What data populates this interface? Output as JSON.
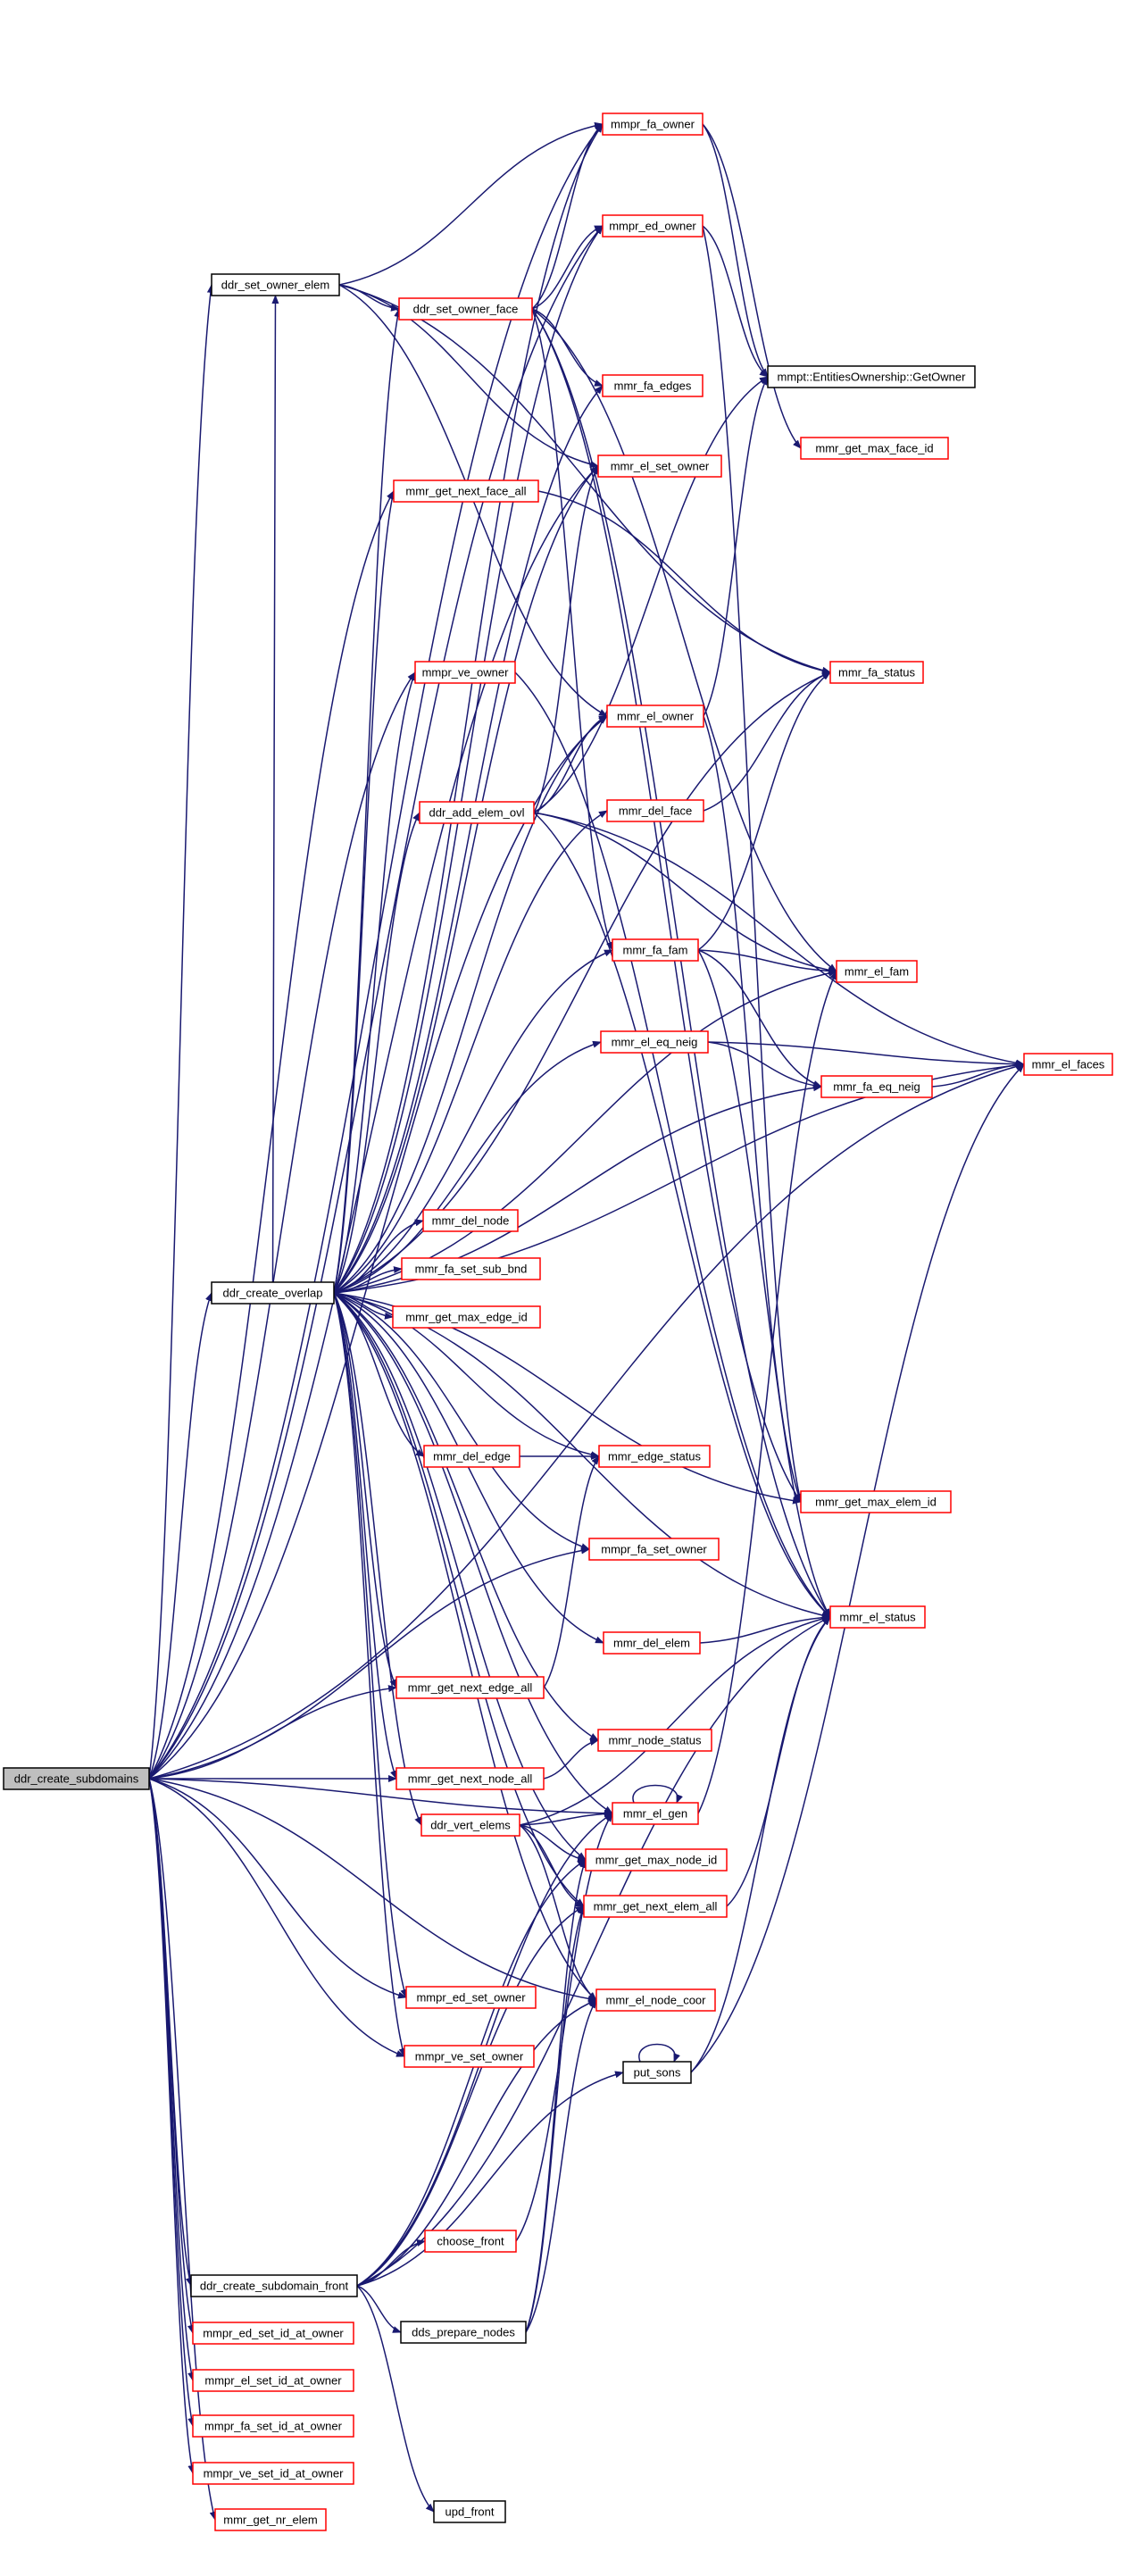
{
  "colors": {
    "edge": "#191970",
    "root_fill": "#bfbfbf",
    "border_black": "#000000",
    "border_red": "#ff0000",
    "node_fill": "#ffffff"
  },
  "nodes": {
    "ddr_create_subdomains": {
      "label": "ddr_create_subdomains",
      "border": "black",
      "root": true
    },
    "ddr_set_owner_elem": {
      "label": "ddr_set_owner_elem",
      "border": "black"
    },
    "ddr_set_owner_face": {
      "label": "ddr_set_owner_face",
      "border": "red"
    },
    "mmpr_fa_owner": {
      "label": "mmpr_fa_owner",
      "border": "red"
    },
    "mmpr_ed_owner": {
      "label": "mmpr_ed_owner",
      "border": "red"
    },
    "getowner": {
      "label": "mmpt::EntitiesOwnership::GetOwner",
      "border": "black"
    },
    "mmr_fa_edges": {
      "label": "mmr_fa_edges",
      "border": "red"
    },
    "mmr_get_max_face_id": {
      "label": "mmr_get_max_face_id",
      "border": "red"
    },
    "mmr_el_set_owner": {
      "label": "mmr_el_set_owner",
      "border": "red"
    },
    "mmr_get_next_face_all": {
      "label": "mmr_get_next_face_all",
      "border": "red"
    },
    "mmpr_ve_owner": {
      "label": "mmpr_ve_owner",
      "border": "red"
    },
    "mmr_fa_status": {
      "label": "mmr_fa_status",
      "border": "red"
    },
    "mmr_el_owner": {
      "label": "mmr_el_owner",
      "border": "red"
    },
    "ddr_add_elem_ovl": {
      "label": "ddr_add_elem_ovl",
      "border": "red"
    },
    "mmr_del_face": {
      "label": "mmr_del_face",
      "border": "red"
    },
    "mmr_fa_fam": {
      "label": "mmr_fa_fam",
      "border": "red"
    },
    "mmr_el_fam": {
      "label": "mmr_el_fam",
      "border": "red"
    },
    "mmr_el_faces": {
      "label": "mmr_el_faces",
      "border": "red"
    },
    "mmr_el_eq_neig": {
      "label": "mmr_el_eq_neig",
      "border": "red"
    },
    "mmr_fa_eq_neig": {
      "label": "mmr_fa_eq_neig",
      "border": "red"
    },
    "mmr_del_node": {
      "label": "mmr_del_node",
      "border": "red"
    },
    "ddr_create_overlap": {
      "label": "ddr_create_overlap",
      "border": "black"
    },
    "mmr_fa_set_sub_bnd": {
      "label": "mmr_fa_set_sub_bnd",
      "border": "red"
    },
    "mmr_get_max_edge_id": {
      "label": "mmr_get_max_edge_id",
      "border": "red"
    },
    "mmr_del_edge": {
      "label": "mmr_del_edge",
      "border": "red"
    },
    "mmr_edge_status": {
      "label": "mmr_edge_status",
      "border": "red"
    },
    "mmr_get_max_elem_id": {
      "label": "mmr_get_max_elem_id",
      "border": "red"
    },
    "mmpr_fa_set_owner": {
      "label": "mmpr_fa_set_owner",
      "border": "red"
    },
    "mmr_del_elem": {
      "label": "mmr_del_elem",
      "border": "red"
    },
    "mmr_el_status": {
      "label": "mmr_el_status",
      "border": "red"
    },
    "mmr_get_next_edge_all": {
      "label": "mmr_get_next_edge_all",
      "border": "red"
    },
    "mmr_node_status": {
      "label": "mmr_node_status",
      "border": "red"
    },
    "mmr_get_next_node_all": {
      "label": "mmr_get_next_node_all",
      "border": "red"
    },
    "mmr_el_gen": {
      "label": "mmr_el_gen",
      "border": "red"
    },
    "ddr_vert_elems": {
      "label": "ddr_vert_elems",
      "border": "red"
    },
    "mmr_get_max_node_id": {
      "label": "mmr_get_max_node_id",
      "border": "red"
    },
    "mmr_get_next_elem_all": {
      "label": "mmr_get_next_elem_all",
      "border": "red"
    },
    "mmpr_ed_set_owner": {
      "label": "mmpr_ed_set_owner",
      "border": "red"
    },
    "mmr_el_node_coor": {
      "label": "mmr_el_node_coor",
      "border": "red"
    },
    "mmpr_ve_set_owner": {
      "label": "mmpr_ve_set_owner",
      "border": "red"
    },
    "put_sons": {
      "label": "put_sons",
      "border": "black"
    },
    "choose_front": {
      "label": "choose_front",
      "border": "red"
    },
    "ddr_create_subdomain_front": {
      "label": "ddr_create_subdomain_front",
      "border": "black"
    },
    "dds_prepare_nodes": {
      "label": "dds_prepare_nodes",
      "border": "black"
    },
    "mmpr_ed_set_id_at_owner": {
      "label": "mmpr_ed_set_id_at_owner",
      "border": "red"
    },
    "mmpr_el_set_id_at_owner": {
      "label": "mmpr_el_set_id_at_owner",
      "border": "red"
    },
    "mmpr_fa_set_id_at_owner": {
      "label": "mmpr_fa_set_id_at_owner",
      "border": "red"
    },
    "mmpr_ve_set_id_at_owner": {
      "label": "mmpr_ve_set_id_at_owner",
      "border": "red"
    },
    "mmr_get_nr_elem": {
      "label": "mmr_get_nr_elem",
      "border": "red"
    },
    "upd_front": {
      "label": "upd_front",
      "border": "black"
    }
  },
  "edges": [
    [
      "ddr_create_subdomains",
      "ddr_set_owner_elem"
    ],
    [
      "ddr_create_subdomains",
      "mmpr_fa_owner"
    ],
    [
      "ddr_create_subdomains",
      "mmr_el_faces"
    ],
    [
      "ddr_create_subdomains",
      "mmpr_ed_owner"
    ],
    [
      "ddr_create_subdomains",
      "mmr_el_set_owner"
    ],
    [
      "ddr_create_subdomains",
      "mmr_get_next_face_all"
    ],
    [
      "ddr_create_subdomains",
      "mmpr_ve_owner"
    ],
    [
      "ddr_create_subdomains",
      "mmr_el_owner"
    ],
    [
      "ddr_create_subdomains",
      "ddr_create_overlap"
    ],
    [
      "ddr_create_subdomains",
      "mmr_get_next_edge_all"
    ],
    [
      "ddr_create_subdomains",
      "mmr_get_next_node_all"
    ],
    [
      "ddr_create_subdomains",
      "mmpr_ed_set_owner"
    ],
    [
      "ddr_create_subdomains",
      "mmpr_ve_set_owner"
    ],
    [
      "ddr_create_subdomains",
      "mmr_el_node_coor"
    ],
    [
      "ddr_create_subdomains",
      "mmr_el_gen"
    ],
    [
      "ddr_create_subdomains",
      "ddr_create_subdomain_front"
    ],
    [
      "ddr_create_subdomains",
      "mmpr_ed_set_id_at_owner"
    ],
    [
      "ddr_create_subdomains",
      "mmpr_el_set_id_at_owner"
    ],
    [
      "ddr_create_subdomains",
      "mmpr_fa_set_id_at_owner"
    ],
    [
      "ddr_create_subdomains",
      "mmpr_ve_set_id_at_owner"
    ],
    [
      "ddr_create_subdomains",
      "mmr_get_nr_elem"
    ],
    [
      "ddr_create_subdomains",
      "mmpr_fa_set_owner"
    ],
    [
      "ddr_set_owner_elem",
      "mmpr_fa_owner"
    ],
    [
      "ddr_set_owner_elem",
      "ddr_set_owner_face"
    ],
    [
      "ddr_set_owner_elem",
      "mmr_el_set_owner"
    ],
    [
      "ddr_set_owner_elem",
      "mmr_el_owner"
    ],
    [
      "ddr_set_owner_elem",
      "mmr_fa_status"
    ],
    [
      "ddr_set_owner_face",
      "mmpr_fa_owner"
    ],
    [
      "ddr_set_owner_face",
      "mmpr_ed_owner"
    ],
    [
      "ddr_set_owner_face",
      "mmr_fa_edges"
    ],
    [
      "ddr_set_owner_face",
      "mmr_el_fam"
    ],
    [
      "ddr_set_owner_face",
      "mmr_fa_fam"
    ],
    [
      "ddr_set_owner_face",
      "mmr_el_status"
    ],
    [
      "ddr_set_owner_face",
      "mmr_get_max_elem_id"
    ],
    [
      "mmpr_fa_owner",
      "getowner"
    ],
    [
      "mmpr_fa_owner",
      "mmr_get_max_face_id"
    ],
    [
      "mmpr_ed_owner",
      "getowner"
    ],
    [
      "mmpr_ed_owner",
      "mmr_get_max_elem_id"
    ],
    [
      "mmr_get_next_face_all",
      "mmr_fa_status"
    ],
    [
      "mmpr_ve_owner",
      "mmr_el_status"
    ],
    [
      "mmr_el_owner",
      "getowner"
    ],
    [
      "mmr_el_owner",
      "mmr_get_max_elem_id"
    ],
    [
      "ddr_add_elem_ovl",
      "mmr_el_owner"
    ],
    [
      "ddr_add_elem_ovl",
      "mmr_el_faces"
    ],
    [
      "ddr_add_elem_ovl",
      "mmr_el_fam"
    ],
    [
      "ddr_add_elem_ovl",
      "getowner"
    ],
    [
      "ddr_add_elem_ovl",
      "mmr_el_set_owner"
    ],
    [
      "ddr_add_elem_ovl",
      "mmr_el_status"
    ],
    [
      "mmr_del_face",
      "mmr_fa_status"
    ],
    [
      "mmr_fa_fam",
      "mmr_fa_status"
    ],
    [
      "mmr_fa_fam",
      "mmr_el_fam"
    ],
    [
      "mmr_fa_fam",
      "mmr_fa_eq_neig"
    ],
    [
      "mmr_fa_fam",
      "mmr_el_status"
    ],
    [
      "mmr_el_eq_neig",
      "mmr_fa_eq_neig"
    ],
    [
      "mmr_el_eq_neig",
      "mmr_el_faces"
    ],
    [
      "mmr_fa_eq_neig",
      "mmr_el_faces"
    ],
    [
      "ddr_create_overlap",
      "mmpr_fa_owner"
    ],
    [
      "ddr_create_overlap",
      "mmpr_ed_owner"
    ],
    [
      "ddr_create_overlap",
      "mmr_fa_edges"
    ],
    [
      "ddr_create_overlap",
      "mmr_el_set_owner"
    ],
    [
      "ddr_create_overlap",
      "mmr_get_next_face_all"
    ],
    [
      "ddr_create_overlap",
      "mmpr_ve_owner"
    ],
    [
      "ddr_create_overlap",
      "mmr_fa_status"
    ],
    [
      "ddr_create_overlap",
      "mmr_el_owner"
    ],
    [
      "ddr_create_overlap",
      "ddr_add_elem_ovl"
    ],
    [
      "ddr_create_overlap",
      "mmr_del_face"
    ],
    [
      "ddr_create_overlap",
      "mmr_fa_fam"
    ],
    [
      "ddr_create_overlap",
      "mmr_el_fam"
    ],
    [
      "ddr_create_overlap",
      "mmr_el_faces"
    ],
    [
      "ddr_create_overlap",
      "mmr_el_eq_neig"
    ],
    [
      "ddr_create_overlap",
      "mmr_fa_eq_neig"
    ],
    [
      "ddr_create_overlap",
      "mmr_del_node"
    ],
    [
      "ddr_create_overlap",
      "mmr_fa_set_sub_bnd"
    ],
    [
      "ddr_create_overlap",
      "mmr_get_max_edge_id"
    ],
    [
      "ddr_create_overlap",
      "mmr_del_edge"
    ],
    [
      "ddr_create_overlap",
      "mmr_edge_status"
    ],
    [
      "ddr_create_overlap",
      "mmr_get_max_elem_id"
    ],
    [
      "ddr_create_overlap",
      "mmpr_fa_set_owner"
    ],
    [
      "ddr_create_overlap",
      "mmr_del_elem"
    ],
    [
      "ddr_create_overlap",
      "mmr_el_status"
    ],
    [
      "ddr_create_overlap",
      "mmr_get_next_edge_all"
    ],
    [
      "ddr_create_overlap",
      "mmr_node_status"
    ],
    [
      "ddr_create_overlap",
      "mmr_get_next_node_all"
    ],
    [
      "ddr_create_overlap",
      "ddr_vert_elems"
    ],
    [
      "ddr_create_overlap",
      "mmr_el_gen"
    ],
    [
      "ddr_create_overlap",
      "mmr_get_max_node_id"
    ],
    [
      "ddr_create_overlap",
      "mmr_get_next_elem_all"
    ],
    [
      "ddr_create_overlap",
      "mmpr_ed_set_owner"
    ],
    [
      "ddr_create_overlap",
      "mmr_el_node_coor"
    ],
    [
      "ddr_create_overlap",
      "mmpr_ve_set_owner"
    ],
    [
      "ddr_create_overlap",
      "ddr_set_owner_elem"
    ],
    [
      "ddr_create_overlap",
      "ddr_set_owner_face"
    ],
    [
      "mmr_del_edge",
      "mmr_edge_status"
    ],
    [
      "mmr_del_elem",
      "mmr_el_status"
    ],
    [
      "mmr_get_next_edge_all",
      "mmr_edge_status"
    ],
    [
      "mmr_get_next_node_all",
      "mmr_node_status"
    ],
    [
      "mmr_el_gen",
      "mmr_el_gen"
    ],
    [
      "mmr_el_gen",
      "mmr_el_fam"
    ],
    [
      "ddr_vert_elems",
      "mmr_el_gen"
    ],
    [
      "ddr_vert_elems",
      "mmr_get_max_node_id"
    ],
    [
      "ddr_vert_elems",
      "mmr_get_next_elem_all"
    ],
    [
      "ddr_vert_elems",
      "mmr_el_node_coor"
    ],
    [
      "ddr_vert_elems",
      "mmr_el_status"
    ],
    [
      "mmr_get_next_elem_all",
      "mmr_el_status"
    ],
    [
      "put_sons",
      "put_sons"
    ],
    [
      "put_sons",
      "mmr_el_faces"
    ],
    [
      "put_sons",
      "mmr_el_status"
    ],
    [
      "ddr_create_subdomain_front",
      "choose_front"
    ],
    [
      "ddr_create_subdomain_front",
      "dds_prepare_nodes"
    ],
    [
      "ddr_create_subdomain_front",
      "upd_front"
    ],
    [
      "ddr_create_subdomain_front",
      "put_sons"
    ],
    [
      "ddr_create_subdomain_front",
      "mmr_el_gen"
    ],
    [
      "ddr_create_subdomain_front",
      "mmr_get_next_elem_all"
    ],
    [
      "ddr_create_subdomain_front",
      "mmr_el_status"
    ],
    [
      "ddr_create_subdomain_front",
      "mmr_el_node_coor"
    ],
    [
      "ddr_create_subdomain_front",
      "mmr_get_max_node_id"
    ],
    [
      "choose_front",
      "mmr_el_gen"
    ],
    [
      "dds_prepare_nodes",
      "mmr_get_max_node_id"
    ],
    [
      "dds_prepare_nodes",
      "mmr_get_next_elem_all"
    ],
    [
      "dds_prepare_nodes",
      "mmr_el_node_coor"
    ]
  ]
}
